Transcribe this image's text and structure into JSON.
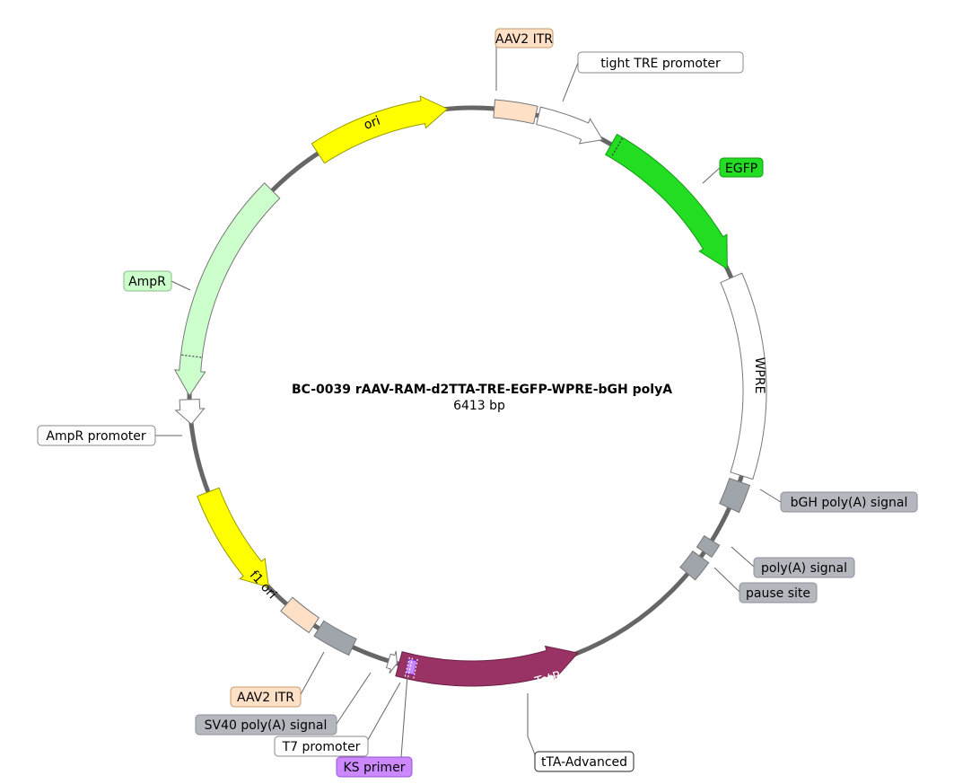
{
  "title": "BC-0039  rAAV-RAM-d2TTA-TRE-EGFP-WPRE-bGH polyA",
  "length_label": "6413 bp",
  "features": [
    {
      "id": "aav2-itr-top",
      "name": "AAV2 ITR",
      "kind": "box",
      "color": "#fde0c5",
      "inner_label": false
    },
    {
      "id": "tight-tre-promoter",
      "name": "tight TRE promoter",
      "kind": "arrow",
      "color": "#ffffff",
      "inner_label": false
    },
    {
      "id": "egfp",
      "name": "EGFP",
      "kind": "arrow",
      "color": "#22dd22",
      "inner_label": false
    },
    {
      "id": "wpre",
      "name": "WPRE",
      "kind": "box",
      "color": "#ffffff",
      "inner_label": true
    },
    {
      "id": "bgh-polya-signal",
      "name": "bGH poly(A) signal",
      "kind": "box",
      "color": "#a0a4ab",
      "inner_label": false
    },
    {
      "id": "polya-signal",
      "name": "poly(A) signal",
      "kind": "box",
      "color": "#a0a4ab",
      "inner_label": false
    },
    {
      "id": "pause-site",
      "name": "pause site",
      "kind": "box",
      "color": "#a0a4ab",
      "inner_label": false
    },
    {
      "id": "tetr",
      "name": "TetR",
      "kind": "arrow",
      "color": "#993366",
      "inner_label": true
    },
    {
      "id": "tta-advanced",
      "name": "tTA-Advanced",
      "kind": "label",
      "color": "#ffffff",
      "inner_label": false
    },
    {
      "id": "ks-primer",
      "name": "KS primer",
      "kind": "primer",
      "color": "#cc88ff",
      "inner_label": false
    },
    {
      "id": "t7-promoter",
      "name": "T7 promoter",
      "kind": "arrow",
      "color": "#ffffff",
      "inner_label": false
    },
    {
      "id": "sv40-polya-signal",
      "name": "SV40 poly(A) signal",
      "kind": "box",
      "color": "#a0a4ab",
      "inner_label": false
    },
    {
      "id": "aav2-itr-bottom",
      "name": "AAV2 ITR",
      "kind": "box",
      "color": "#fde0c5",
      "inner_label": false
    },
    {
      "id": "f1-ori",
      "name": "f1 ori",
      "kind": "arrow",
      "color": "#ffff00",
      "inner_label": true
    },
    {
      "id": "ampr-promoter",
      "name": "AmpR promoter",
      "kind": "arrow",
      "color": "#ffffff",
      "inner_label": false
    },
    {
      "id": "ampr",
      "name": "AmpR",
      "kind": "arrow",
      "color": "#ccffcc",
      "inner_label": false
    },
    {
      "id": "ori",
      "name": "ori",
      "kind": "arrow",
      "color": "#ffff00",
      "inner_label": true
    }
  ]
}
